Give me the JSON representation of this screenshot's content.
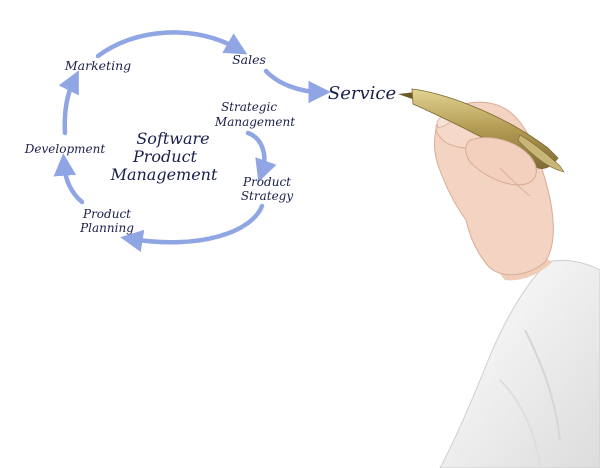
{
  "diagram": {
    "center_title": [
      "Software",
      "Product",
      "Management"
    ],
    "nodes": {
      "marketing": "Marketing",
      "sales": "Sales",
      "service": "Service",
      "strategic_management": [
        "Strategic",
        "Management"
      ],
      "product_strategy": [
        "Product",
        "Strategy"
      ],
      "product_planning": [
        "Product",
        "Planning"
      ],
      "development": "Development"
    }
  },
  "colors": {
    "arrow": "#8fa5e4",
    "text": "#1a1f4a",
    "pen_gold": "#b9a561",
    "sleeve": "#f4f4f4",
    "skin": "#f2d2c0"
  }
}
